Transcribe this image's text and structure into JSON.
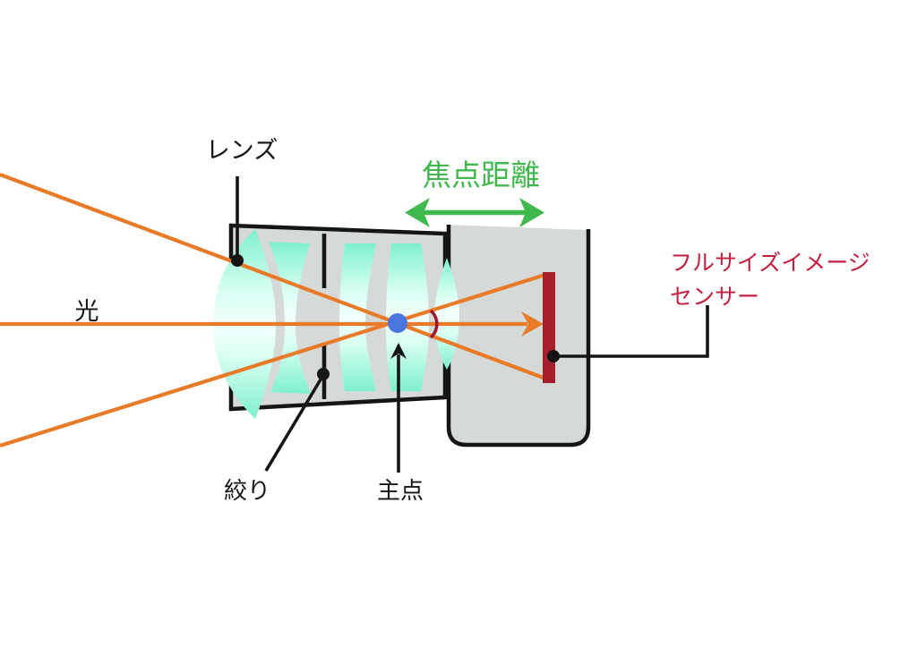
{
  "diagram": {
    "labels": {
      "lens": "レンズ",
      "light": "光",
      "aperture": "絞り",
      "principal_point": "主点",
      "focal_length": "焦点距離",
      "sensor_line1": "フルサイズイメージ",
      "sensor_line2": "センサー"
    },
    "colors": {
      "background": "#ffffff",
      "body_gray": "#d5dad8",
      "lens_cyan": "#7ff0cf",
      "lens_highlight": "#f2fffb",
      "ray_orange": "#e87a28",
      "arrow_green": "#3fb84c",
      "label_red": "#c41f3e",
      "sensor_red": "#a51e2c",
      "angle_darkred": "#991a32",
      "point_blue": "#4a74de",
      "line_black": "#151515"
    }
  }
}
